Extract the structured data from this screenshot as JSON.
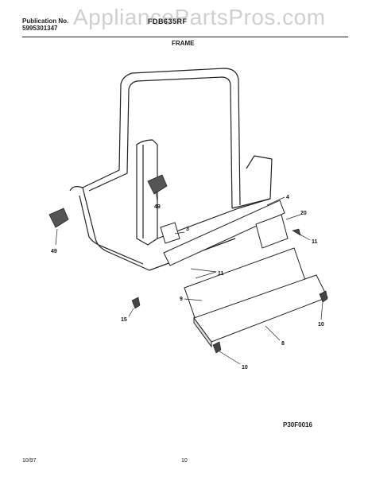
{
  "header": {
    "publication_label": "Publication No.",
    "publication_number": "5995301347",
    "model": "FDB635RF",
    "watermark": "AppliancePartsPros.com",
    "section_title": "FRAME"
  },
  "diagram": {
    "figure_code": "P30F0016",
    "callouts": [
      "4",
      "20",
      "49",
      "49",
      "3",
      "11",
      "11",
      "9",
      "15",
      "10",
      "8",
      "10"
    ]
  },
  "footer": {
    "date": "10/97",
    "page": "10"
  }
}
